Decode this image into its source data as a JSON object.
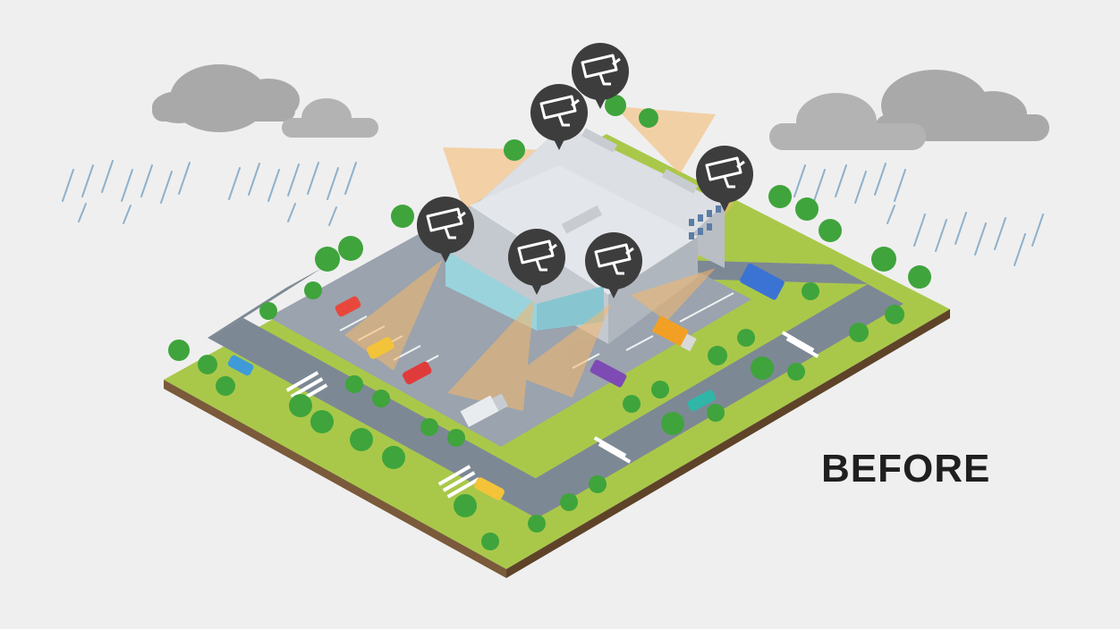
{
  "caption": "BEFORE",
  "colors": {
    "background": "#efefef",
    "cloud": "#a9a9a9",
    "rain": "#8fb1cc",
    "grass": "#a9c84a",
    "ground_side": "#7a5a3a",
    "road": "#7d8895",
    "lot": "#9aa3ae",
    "building_roof": "#dcdfe3",
    "building_wall": "#c4c9cf",
    "glass": "#9bd3dc",
    "camera_coverage": "#f5b76a",
    "camera_marker": "#3d3d3d",
    "tree": "#3fa43c"
  },
  "icons": {
    "camera_markers": [
      "cctv-camera-icon",
      "cctv-camera-icon",
      "cctv-camera-icon",
      "cctv-camera-icon",
      "cctv-camera-icon",
      "cctv-camera-icon"
    ],
    "vehicles": [
      "car",
      "car",
      "car",
      "car",
      "car",
      "car",
      "truck",
      "truck",
      "van",
      "pickup"
    ]
  }
}
